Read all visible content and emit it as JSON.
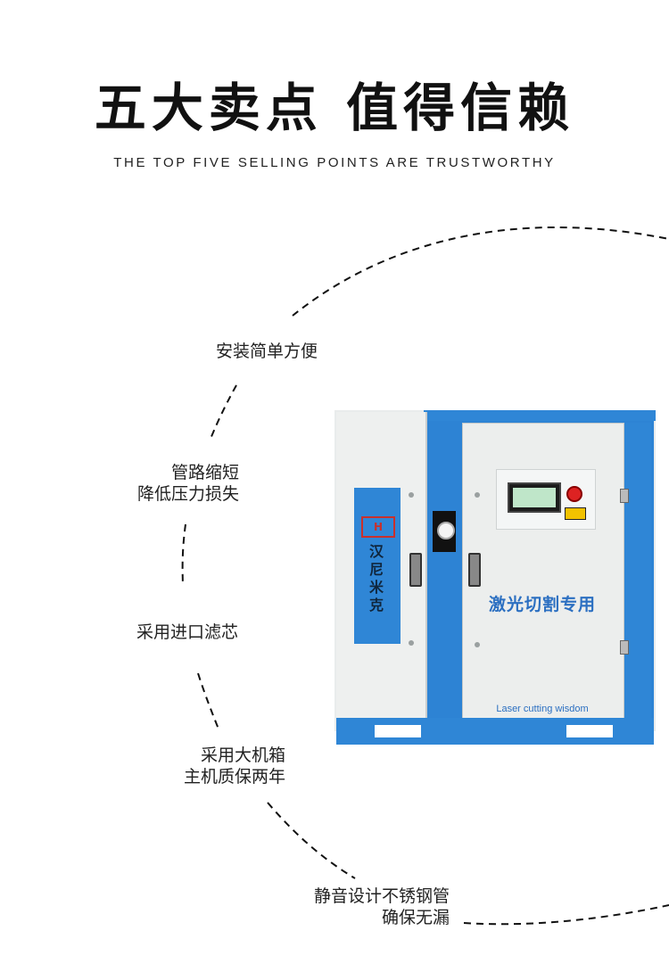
{
  "header": {
    "title": "五大卖点 值得信赖",
    "subtitle": "THE TOP FIVE SELLING POINTS ARE TRUSTWORTHY"
  },
  "features": [
    {
      "lines": [
        "安装简单方便"
      ]
    },
    {
      "lines": [
        "管路缩短",
        "降低压力损失"
      ]
    },
    {
      "lines": [
        "采用进口滤芯"
      ]
    },
    {
      "lines": [
        "采用大机箱",
        "主机质保两年"
      ]
    },
    {
      "lines": [
        "静音设计不锈钢管",
        "确保无漏"
      ]
    }
  ],
  "machine": {
    "badge_text": [
      "汉",
      "尼",
      "米",
      "克"
    ],
    "door_title": "激光切割专用",
    "door_caption": "Laser cutting wisdom"
  },
  "colors": {
    "machine_blue": "#2f86d6",
    "door_text_blue": "#2b6fc1",
    "panel_white": "#eceeed"
  }
}
